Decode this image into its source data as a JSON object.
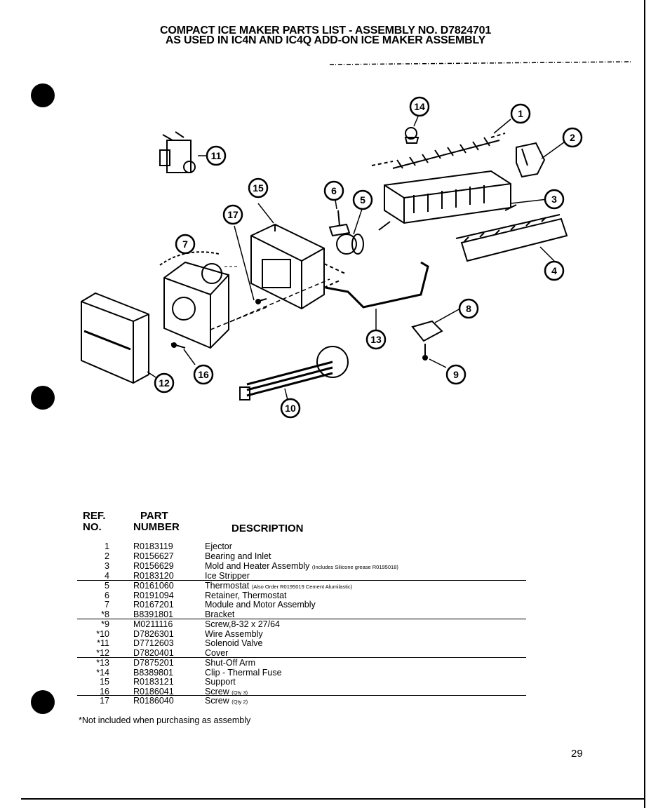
{
  "title_line1": "COMPACT ICE MAKER PARTS LIST - ASSEMBLY NO. D7824701",
  "title_line2": "AS USED IN IC4N AND IC4Q ADD-ON ICE MAKER ASSEMBLY",
  "callouts": [
    "1",
    "2",
    "3",
    "4",
    "5",
    "6",
    "7",
    "8",
    "9",
    "10",
    "11",
    "12",
    "13",
    "14",
    "15",
    "16",
    "17"
  ],
  "table": {
    "headers": {
      "ref_line1": "REF.",
      "ref_line2": "NO.",
      "part_line1": "PART",
      "part_line2": "NUMBER",
      "desc": "DESCRIPTION"
    },
    "rows": [
      {
        "ref": "1",
        "part": "R0183119",
        "desc": "Ejector",
        "note": ""
      },
      {
        "ref": "2",
        "part": "R0156627",
        "desc": "Bearing and Inlet",
        "note": ""
      },
      {
        "ref": "3",
        "part": "R0156629",
        "desc": "Mold and Heater Assembly",
        "note": "(Includes Silicone grease R0195018)"
      },
      {
        "ref": "4",
        "part": "R0183120",
        "desc": "Ice Stripper",
        "note": ""
      },
      {
        "ref": "5",
        "part": "R0161060",
        "desc": "Thermostat",
        "note": "(Also Order R0195019 Cement Alumilastic)"
      },
      {
        "ref": "6",
        "part": "R0191094",
        "desc": "Retainer, Thermostat",
        "note": ""
      },
      {
        "ref": "7",
        "part": "R0167201",
        "desc": "Module and Motor Assembly",
        "note": ""
      },
      {
        "ref": "*8",
        "part": "B8391801",
        "desc": "Bracket",
        "note": ""
      },
      {
        "ref": "*9",
        "part": "M0211116",
        "desc": "Screw,8-32 x 27/64",
        "note": ""
      },
      {
        "ref": "*10",
        "part": "D7826301",
        "desc": "Wire Assembly",
        "note": ""
      },
      {
        "ref": "*11",
        "part": "D7712603",
        "desc": "Solenoid Valve",
        "note": ""
      },
      {
        "ref": "*12",
        "part": "D7820401",
        "desc": "Cover",
        "note": ""
      },
      {
        "ref": "*13",
        "part": "D7875201",
        "desc": "Shut-Off Arm",
        "note": ""
      },
      {
        "ref": "*14",
        "part": "B8389801",
        "desc": "Clip - Thermal Fuse",
        "note": ""
      },
      {
        "ref": "15",
        "part": "R0183121",
        "desc": "Support",
        "note": ""
      },
      {
        "ref": "16",
        "part": "R0186041",
        "desc": "Screw",
        "note": "(Qty 3)"
      },
      {
        "ref": "17",
        "part": "R0186040",
        "desc": "Screw",
        "note": "(Qty 2)"
      }
    ]
  },
  "footnote": "*Not included when purchasing as assembly",
  "page_number": "29"
}
